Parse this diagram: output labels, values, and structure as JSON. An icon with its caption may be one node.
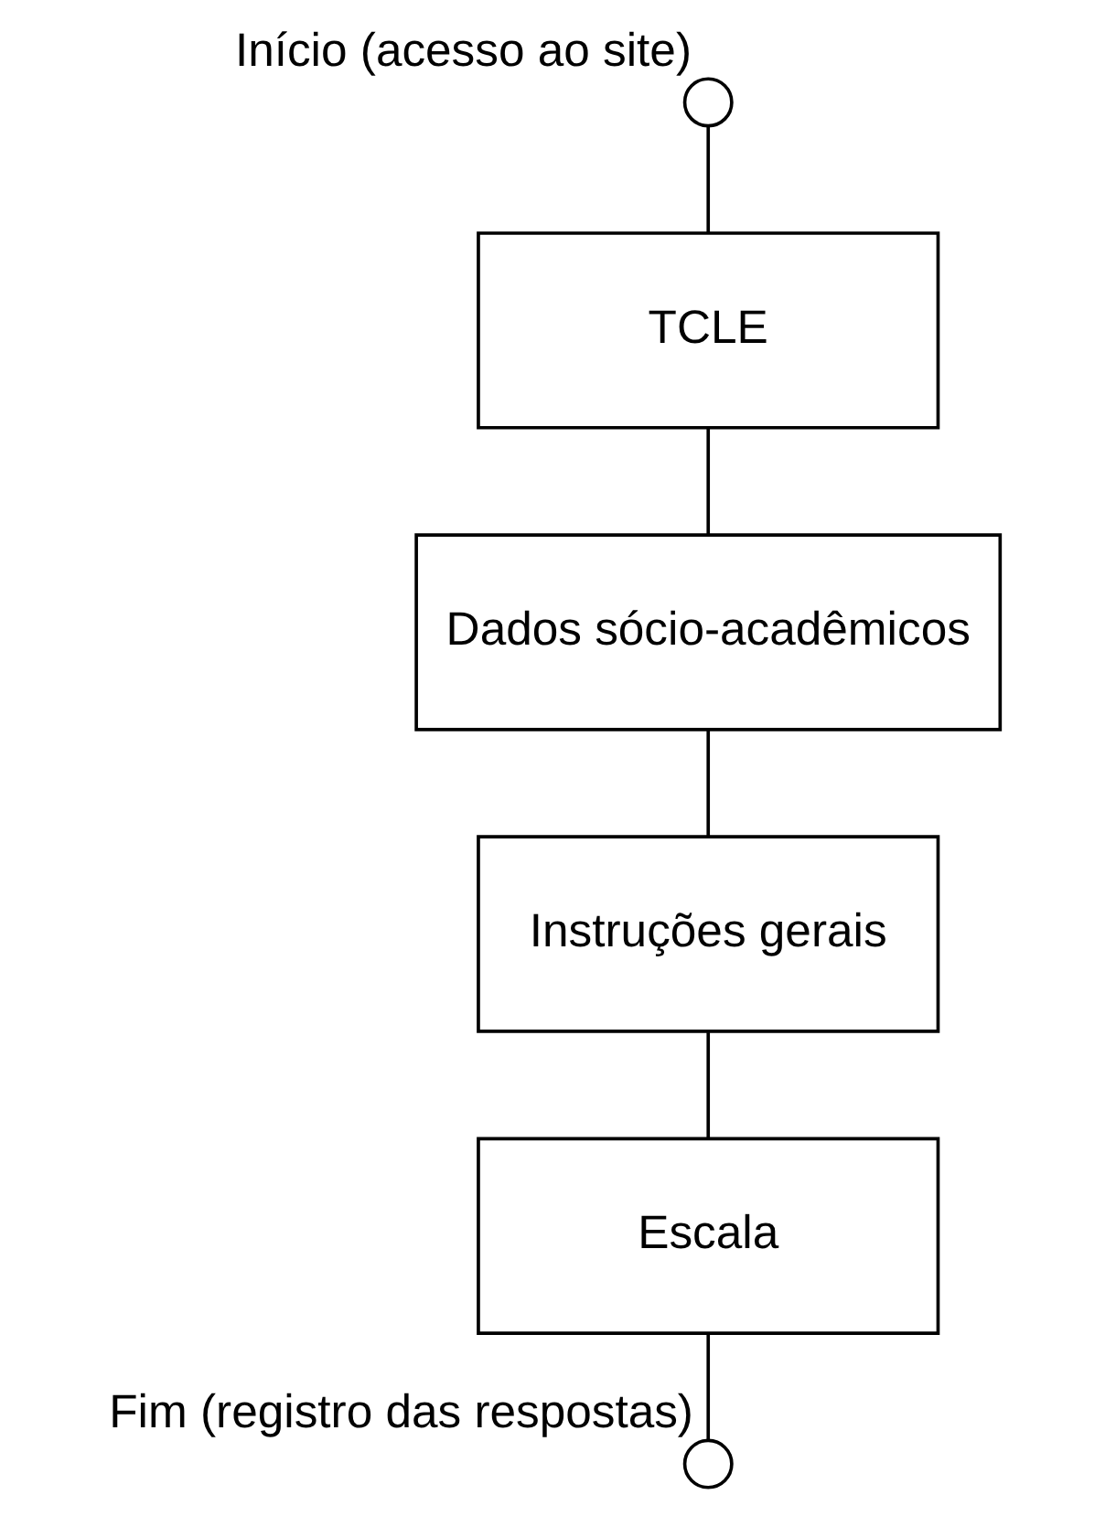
{
  "diagram": {
    "nodes": [
      {
        "text": [],
        "shape": "circle",
        "beside": [
          "Início (acesso ao site)"
        ]
      },
      {
        "text": [
          "TCLE"
        ]
      },
      {
        "text": [
          "Dados sócio-acadêmicos"
        ]
      },
      {
        "text": [
          "Instruções gerais"
        ]
      },
      {
        "text": [
          "Escala"
        ]
      },
      {
        "text": [],
        "shape": "circle",
        "beside": [
          "Fim (registro das respostas)"
        ]
      }
    ],
    "edges": [
      {
        "from": 0,
        "to": 1,
        "arrow": "none"
      },
      {
        "from": 1,
        "to": 2,
        "arrow": "none"
      },
      {
        "from": 2,
        "to": 3,
        "arrow": "none"
      },
      {
        "from": 3,
        "to": 4,
        "arrow": "none"
      },
      {
        "from": 4,
        "to": 5,
        "arrow": "none"
      }
    ]
  }
}
